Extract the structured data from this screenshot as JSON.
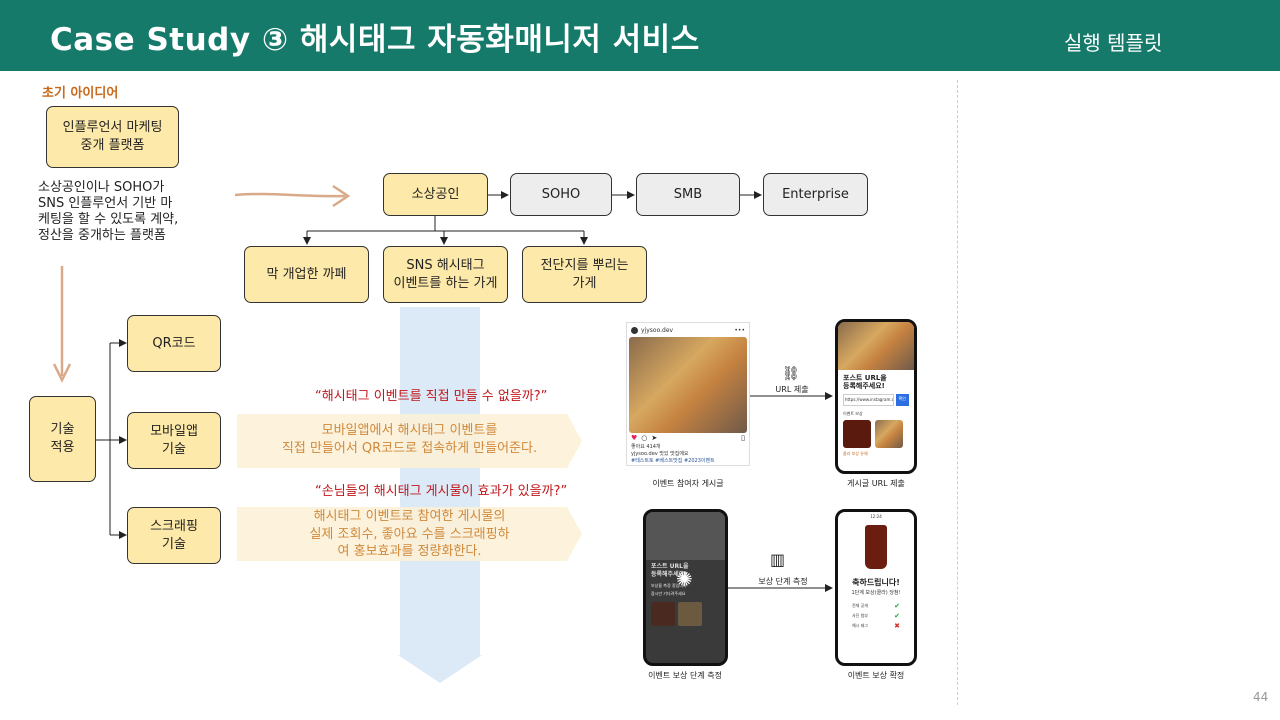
{
  "header": {
    "title": "Case Study ③ 해시태그 자동화매니저 서비스",
    "subtitle": "실행 템플릿"
  },
  "initial_idea": {
    "label": "초기 아이디어",
    "box_line1": "인플루언서 마케팅",
    "box_line2": "중개 플랫폼",
    "desc_lines": [
      "소상공인이나 SOHO가",
      "SNS 인플루언서 기반 마",
      "케팅을 할 수 있도록 계약,",
      "정산을 중개하는 플랫폼"
    ]
  },
  "targets": [
    "소상공인",
    "SOHO",
    "SMB",
    "Enterprise"
  ],
  "subtargets": [
    {
      "line1": "막 개업한 까페",
      "line2": ""
    },
    {
      "line1": "SNS 해시태그",
      "line2": "이벤트를 하는 가게"
    },
    {
      "line1": "전단지를 뿌리는",
      "line2": "가게"
    }
  ],
  "tech": {
    "root_line1": "기술",
    "root_line2": "적용",
    "items": [
      {
        "line1": "QR코드",
        "line2": ""
      },
      {
        "line1": "모바일앱",
        "line2": "기술"
      },
      {
        "line1": "스크래핑",
        "line2": "기술"
      }
    ]
  },
  "questions": [
    "“해시태그 이벤트를 직접 만들 수 없을까?”",
    "“손님들의 해시태그 게시물이 효과가 있을까?”"
  ],
  "answers": [
    {
      "line1": "모바일앱에서 해시태그 이벤트를",
      "line2": "직접 만들어서 QR코드로 접속하게 만들어준다.",
      "line3": ""
    },
    {
      "line1": "해시태그 이벤트로 참여한 게시물의",
      "line2": "실제 조회수, 좋아요 수를 스크래핑하",
      "line3": "여 홍보효과를 정량화한다."
    }
  ],
  "mockups": {
    "step1_label": "URL 제출",
    "step2_label": "보상 단계 측정",
    "captions": [
      "이벤트 참여자 게시글",
      "게시글 URL 제출",
      "이벤트 보상 단계 측정",
      "이벤트 보상 확정"
    ],
    "insta_user": "yjysoo.dev",
    "insta_likes": "좋아요 414개",
    "insta_caption": "yjysoo.dev 맛있 맛집에요",
    "insta_tags": "#테스트토 #베스트맛집 #2023이벤트",
    "post_url_title1": "포스트 URL을",
    "post_url_title2": "등록해주세요!",
    "post_url_value": "https://www.instagram.com/",
    "post_url_button": "확인",
    "reward_title": "이벤트 보상",
    "reward_item": "콜라 보상 유해",
    "measure_title1": "포스트 URL을",
    "measure_title2": "등록해주세요!",
    "measure_note1": "보상을 측정 중입니다",
    "measure_note2": "잠시만 기다려주세요",
    "congrats": "축하드립니다!",
    "congrats_sub": "1단계 보상(콜라) 당첨!",
    "checks": [
      {
        "label": "전체 공개",
        "ok": true
      },
      {
        "label": "사진 첨부",
        "ok": true
      },
      {
        "label": "해시 태그",
        "ok": false
      }
    ],
    "status_time": "12:24"
  },
  "page_number": "44",
  "colors": {
    "header": "#167a6b",
    "yellow_box": "#fde9a9",
    "gray_box": "#ededed",
    "question_red": "#c0171b",
    "answer_orange": "#d0883a",
    "label_orange": "#c8691b",
    "arrow_tan": "#d9a989",
    "flow_blue": "#dce9f6"
  }
}
